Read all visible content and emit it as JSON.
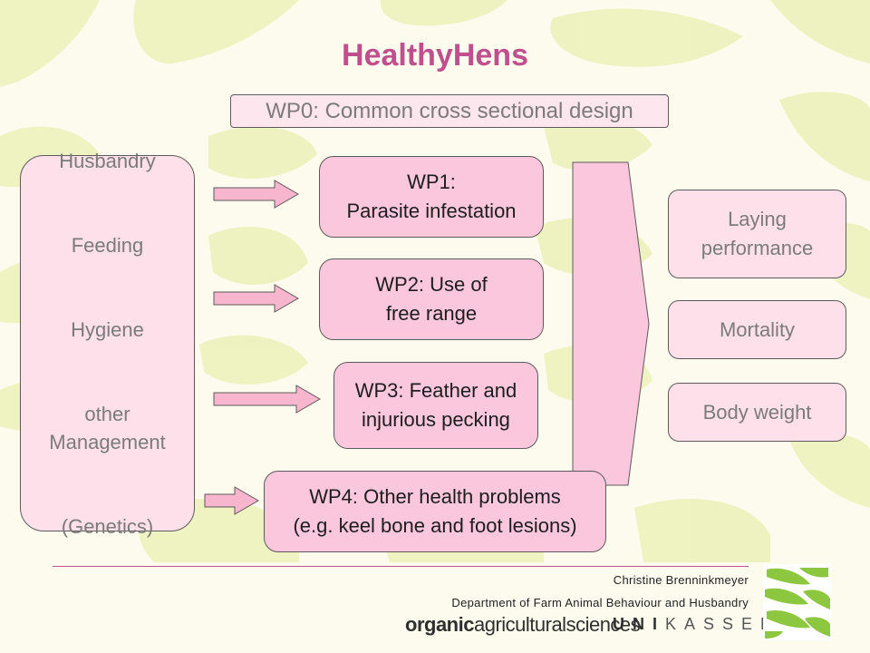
{
  "title": "HealthyHens",
  "wp0": "WP0: Common cross sectional design",
  "factors": {
    "items": [
      "Husbandry",
      "Feeding",
      "Hygiene",
      "other\nManagement",
      "(Genetics)"
    ]
  },
  "work_packages": [
    {
      "label": "WP1:\nParasite infestation"
    },
    {
      "label": "WP2: Use of\nfree range"
    },
    {
      "label": "WP3: Feather and\ninjurious pecking"
    },
    {
      "label": "WP4: Other health problems\n(e.g. keel bone and foot lesions)"
    }
  ],
  "outcomes": [
    {
      "label": "Laying\nperformance"
    },
    {
      "label": "Mortality"
    },
    {
      "label": "Body weight"
    }
  ],
  "footer": {
    "author": "Christine Brenninkmeyer",
    "department": "Department of Farm Animal Behaviour and Husbandry",
    "brand_bold": "organic",
    "brand_light": "agriculturalsciences",
    "uni_bold": "UNI",
    "uni_light": "KASSEL"
  },
  "colors": {
    "title": "#c0508d",
    "box_pink": "#fbc7dc",
    "box_light_pink": "#fde0ea",
    "arrow_fill": "#f7b6ce",
    "logo_green": "#8dc63f",
    "background_pattern": "#eef2c0"
  }
}
